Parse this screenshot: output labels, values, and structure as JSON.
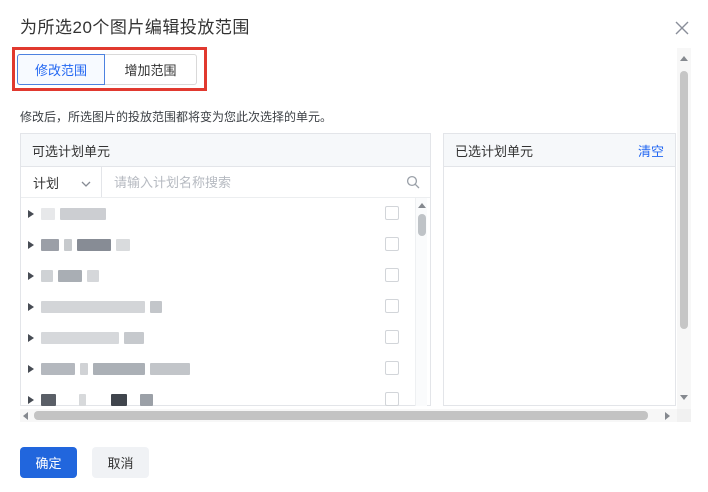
{
  "dialog": {
    "title": "为所选20个图片编辑投放范围",
    "close_icon": "close-x",
    "tabs": [
      {
        "label": "修改范围",
        "active": true
      },
      {
        "label": "增加范围",
        "active": false
      }
    ],
    "annotation": {
      "type": "red-highlight-box",
      "color": "#e1392f",
      "target": "scope-tab-group"
    },
    "description": "修改后，所选图片的投放范围都将变为您此次选择的单元。",
    "left_panel": {
      "title": "可选计划单元",
      "filter_dropdown": "计划",
      "search_placeholder": "请输入计划名称搜索",
      "search_icon": "magnifier",
      "items": [
        {
          "redacted": true,
          "expandable": true,
          "checked": false,
          "blocks": [
            {
              "w": 14,
              "c": "#e7e8ea"
            },
            {
              "w": 46,
              "c": "#ccced2"
            }
          ]
        },
        {
          "redacted": true,
          "expandable": true,
          "checked": false,
          "blocks": [
            {
              "w": 18,
              "c": "#9b9fa7"
            },
            {
              "w": 8,
              "c": "#c7cacd"
            },
            {
              "w": 34,
              "c": "#878c95"
            },
            {
              "w": 14,
              "c": "#d9dbdd"
            }
          ]
        },
        {
          "redacted": true,
          "expandable": true,
          "checked": false,
          "blocks": [
            {
              "w": 12,
              "c": "#cfd2d5"
            },
            {
              "w": 24,
              "c": "#a9aeb4"
            },
            {
              "w": 12,
              "c": "#d5d7da"
            }
          ]
        },
        {
          "redacted": true,
          "expandable": true,
          "checked": false,
          "blocks": [
            {
              "w": 104,
              "c": "#d3d5d8"
            },
            {
              "w": 12,
              "c": "#c3c6ca"
            }
          ]
        },
        {
          "redacted": true,
          "expandable": true,
          "checked": false,
          "blocks": [
            {
              "w": 78,
              "c": "#d6d8db"
            },
            {
              "w": 20,
              "c": "#c6c9cd"
            }
          ]
        },
        {
          "redacted": true,
          "expandable": true,
          "checked": false,
          "blocks": [
            {
              "w": 34,
              "c": "#b4b8be"
            },
            {
              "w": 8,
              "c": "#d0d2d5"
            },
            {
              "w": 52,
              "c": "#abb0b6"
            },
            {
              "w": 40,
              "c": "#c2c5c9"
            }
          ]
        },
        {
          "redacted": true,
          "expandable": true,
          "checked": false,
          "blocks": [
            {
              "w": 15,
              "c": "#5a5f67"
            },
            {
              "ml": 18,
              "w": 7,
              "c": "#d7d9db"
            },
            {
              "ml": 20,
              "w": 16,
              "c": "#40454d"
            },
            {
              "ml": 8,
              "w": 13,
              "c": "#9ba0a7"
            }
          ]
        }
      ]
    },
    "right_panel": {
      "title": "已选计划单元",
      "clear_label": "清空",
      "empty": true
    },
    "footer": {
      "confirm": "确定",
      "cancel": "取消"
    }
  },
  "colors": {
    "accent_blue": "#2468f2",
    "confirm_button": "#2166dd",
    "annotation_red": "#e1392f",
    "panel_border": "#e3e5e9",
    "panel_header_bg": "#f6f8fa"
  }
}
